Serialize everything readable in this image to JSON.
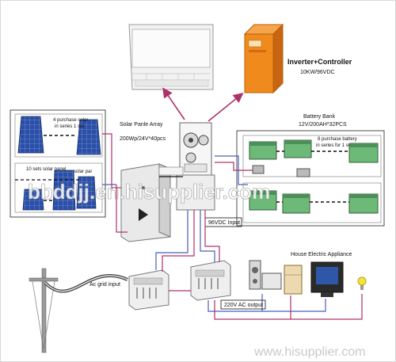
{
  "diagram": {
    "labels": {
      "inverter_controller": "Inverter+Controller",
      "inverter_rating": "10KW/96VDC",
      "solar_array_title": "Solar Panle Array",
      "solar_array_spec": "200Wp/24V*40pcs",
      "solar_series_note_1": "4 purchase solar",
      "solar_series_note_2": "in series 1 set",
      "solar_sets_note": "10 sets solar panel",
      "solar_par_note": "solar par",
      "battery_bank_title": "Battery Bank",
      "battery_bank_spec": "12V/200AH*32PCS",
      "battery_series_note_1": "8 purchase battery",
      "battery_series_note_2": "in series for 1 set",
      "dc_input": "96VDC Input",
      "ac_grid_input": "Ac grid input",
      "house_appliance": "House Electric Appliance",
      "ac_output": "220V AC output"
    },
    "watermark": "bbddjj.en.hisupplier.com",
    "footer_watermark": "www.hisupplier.com",
    "colors": {
      "wire_magenta": "#b0306a",
      "wire_blue": "#4a5fb8",
      "wire_black": "#111111",
      "inverter_orange": "#f08a1c",
      "battery_green": "#5cab6a",
      "solar_blue": "#1f3c8c"
    }
  }
}
